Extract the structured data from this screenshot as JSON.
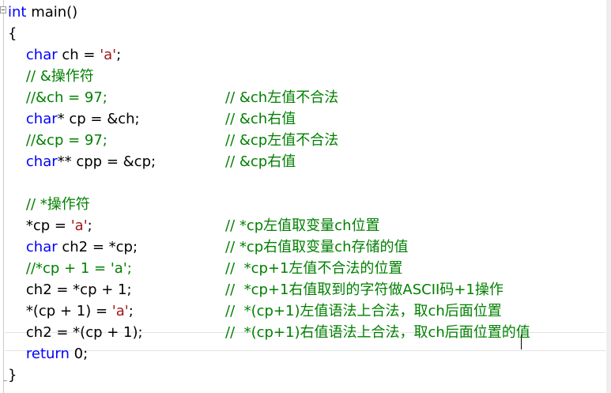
{
  "editor": {
    "lines": [
      {
        "kind": "mixed",
        "parts": [
          {
            "t": "keyword",
            "v": "int"
          },
          {
            "t": "plain",
            "v": " main()"
          }
        ]
      },
      {
        "kind": "mixed",
        "parts": [
          {
            "t": "plain",
            "v": "{"
          }
        ]
      },
      {
        "kind": "mixed",
        "parts": [
          {
            "t": "plain",
            "v": "    "
          },
          {
            "t": "keyword",
            "v": "char"
          },
          {
            "t": "plain",
            "v": " ch = "
          },
          {
            "t": "string",
            "v": "'a'"
          },
          {
            "t": "plain",
            "v": ";"
          }
        ]
      },
      {
        "kind": "comment",
        "code": "    // &操作符"
      },
      {
        "kind": "comment2",
        "code": "    //&ch = 97;",
        "comment": "// &ch左值不合法"
      },
      {
        "kind": "code-comment",
        "parts": [
          {
            "t": "plain",
            "v": "    "
          },
          {
            "t": "keyword",
            "v": "char"
          },
          {
            "t": "plain",
            "v": "* cp = &ch;"
          }
        ],
        "comment": "// &ch右值"
      },
      {
        "kind": "comment2",
        "code": "    //&cp = 97;",
        "comment": "// &cp左值不合法"
      },
      {
        "kind": "code-comment",
        "parts": [
          {
            "t": "plain",
            "v": "    "
          },
          {
            "t": "keyword",
            "v": "char"
          },
          {
            "t": "plain",
            "v": "** cpp = &cp;"
          }
        ],
        "comment": "// &cp右值"
      },
      {
        "kind": "blank"
      },
      {
        "kind": "comment",
        "code": "    // *操作符"
      },
      {
        "kind": "code-comment",
        "parts": [
          {
            "t": "plain",
            "v": "    *cp = "
          },
          {
            "t": "string",
            "v": "'a'"
          },
          {
            "t": "plain",
            "v": ";"
          }
        ],
        "comment": "// *cp左值取变量ch位置"
      },
      {
        "kind": "code-comment",
        "parts": [
          {
            "t": "plain",
            "v": "    "
          },
          {
            "t": "keyword",
            "v": "char"
          },
          {
            "t": "plain",
            "v": " ch2 = *cp;"
          }
        ],
        "comment": "// *cp右值取变量ch存储的值"
      },
      {
        "kind": "comment2",
        "code": "    //*cp + 1 = 'a';",
        "comment": "//  *cp+1左值不合法的位置"
      },
      {
        "kind": "code-comment",
        "parts": [
          {
            "t": "plain",
            "v": "    ch2 = *cp + 1;"
          }
        ],
        "comment": "//  *cp+1右值取到的字符做ASCII码+1操作"
      },
      {
        "kind": "code-comment",
        "parts": [
          {
            "t": "plain",
            "v": "    *(cp + 1) = "
          },
          {
            "t": "string",
            "v": "'a'"
          },
          {
            "t": "plain",
            "v": ";"
          }
        ],
        "comment": "//  *(cp+1)左值语法上合法，取ch后面位置"
      },
      {
        "kind": "code-comment",
        "parts": [
          {
            "t": "plain",
            "v": "    ch2 = *(cp + 1);"
          }
        ],
        "comment": "//  *(cp+1)右值语法上合法，取ch后面位置的值"
      },
      {
        "kind": "mixed",
        "parts": [
          {
            "t": "plain",
            "v": "    "
          },
          {
            "t": "keyword",
            "v": "return"
          },
          {
            "t": "plain",
            "v": " 0;"
          }
        ]
      },
      {
        "kind": "mixed",
        "parts": [
          {
            "t": "plain",
            "v": "}"
          }
        ]
      }
    ]
  },
  "colors": {
    "keyword": "#0000ff",
    "string": "#a31515",
    "comment": "#008000",
    "plain": "#000000"
  }
}
